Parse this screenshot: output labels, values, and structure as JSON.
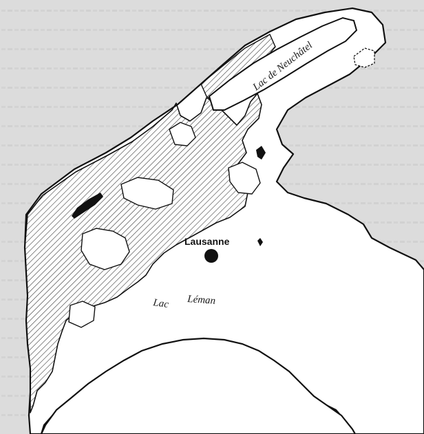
{
  "map": {
    "labels": {
      "lake_neuchatel": "Lac de Neuchâtel",
      "lake_leman_part1": "Lac",
      "lake_leman_part2": "Léman",
      "city": "Lausanne"
    },
    "colors": {
      "paper": "#dcdcdc",
      "ink": "#1a1a1a",
      "hatch": "#2a2a2a"
    },
    "legend": "hatched area = shaded region (no printed legend)"
  }
}
